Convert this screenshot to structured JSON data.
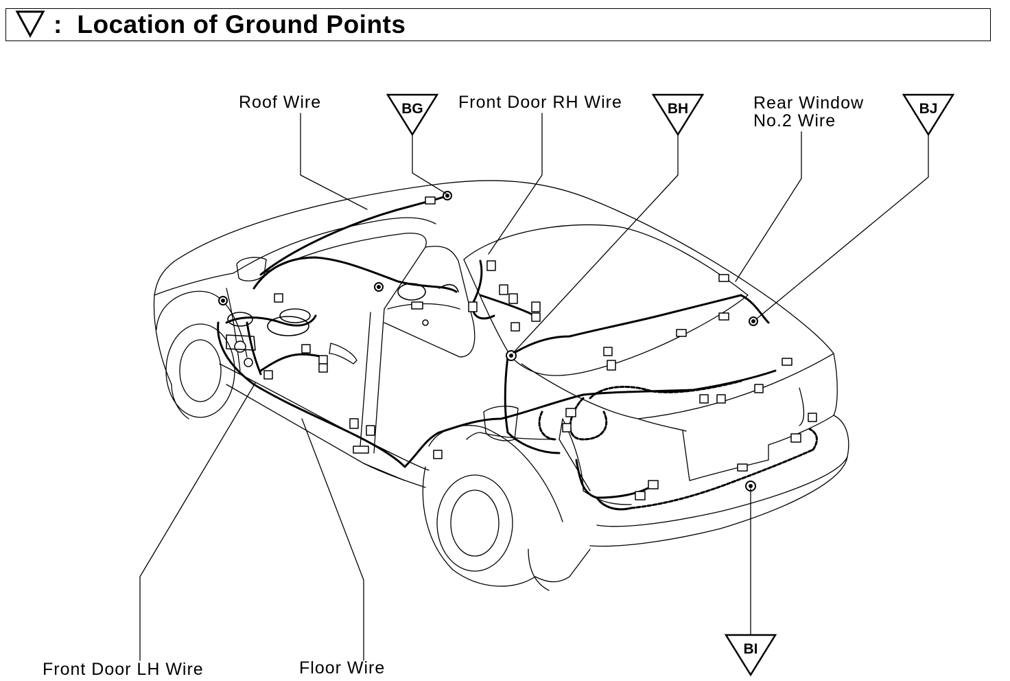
{
  "header": {
    "title": "Location of Ground Points",
    "symbol_icon": "down-triangle-icon",
    "separator": ":"
  },
  "wire_labels": {
    "roof_wire": "Roof Wire",
    "front_door_rh_wire": "Front Door RH Wire",
    "rear_window_no2_wire_line1": "Rear Window",
    "rear_window_no2_wire_line2": "No.2 Wire",
    "front_door_lh_wire": "Front Door LH Wire",
    "floor_wire": "Floor Wire"
  },
  "ground_points": {
    "bg": "BG",
    "bh": "BH",
    "bj": "BJ",
    "bi": "BI"
  }
}
